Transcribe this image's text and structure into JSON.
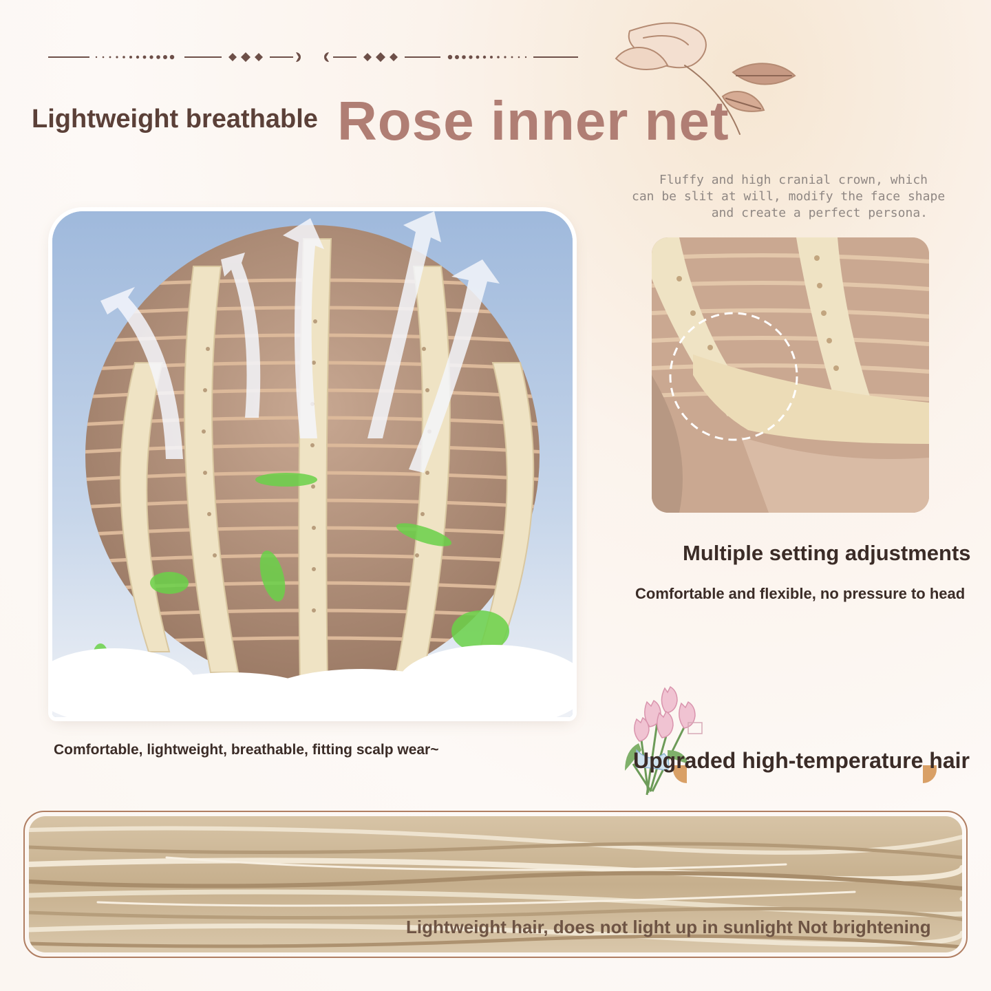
{
  "header": {
    "title_left": "Lightweight breathable",
    "title_main": "Rose inner net",
    "description_lines": [
      "Fluffy and high cranial crown, which",
      "can be slit at will, modify the face shape",
      "and create a perfect persona."
    ]
  },
  "features": {
    "setting_title": "Multiple setting adjustments",
    "setting_sub": "Comfortable and flexible, no pressure to head",
    "wear_caption": "Comfortable, lightweight, breathable, fitting scalp wear~",
    "hair_title": "Upgraded high-temperature hair",
    "hair_caption": "Lightweight hair, does not light up in sunlight Not brightening"
  },
  "icons": {
    "divider": "ornamental-divider",
    "sketch": "rose-sketch-icon",
    "flowers": "tulip-bouquet-icon"
  },
  "colors": {
    "accent_title": "#b07e74",
    "text_dark": "#3b2c27",
    "frame": "#b07e62",
    "lace": "#efe3c4"
  }
}
